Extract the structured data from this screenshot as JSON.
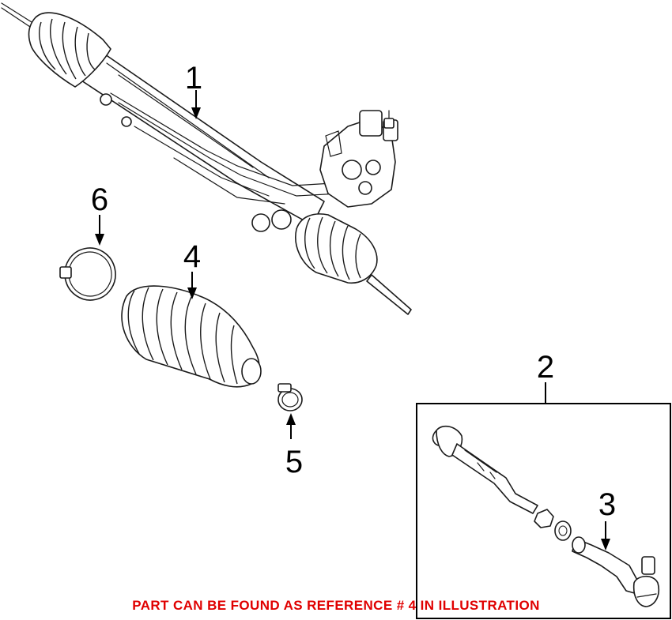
{
  "callouts": {
    "c1": "1",
    "c2": "2",
    "c3": "3",
    "c4": "4",
    "c5": "5",
    "c6": "6"
  },
  "note": "PART CAN BE FOUND AS REFERENCE # 4 IN ILLUSTRATION",
  "colors": {
    "note": "#e00000",
    "line": "#1a1a1a",
    "background": "#ffffff"
  }
}
